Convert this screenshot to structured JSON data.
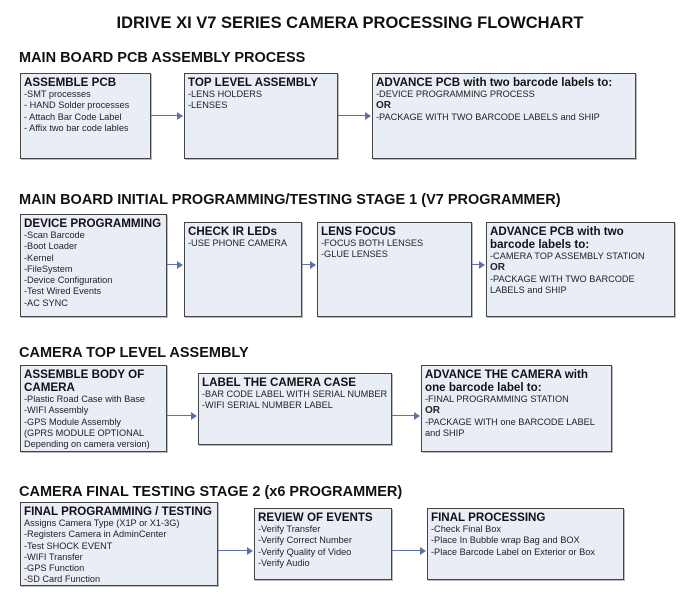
{
  "title": "IDRIVE XI V7 SERIES CAMERA PROCESSING FLOWCHART",
  "sections": [
    {
      "heading": "MAIN BOARD PCB ASSEMBLY PROCESS",
      "boxes": [
        {
          "heading": "ASSEMBLE PCB",
          "lines": [
            " -SMT processes",
            "- HAND Solder processes",
            "- Attach Bar Code Label",
            "- Affix two bar code lables"
          ]
        },
        {
          "heading": "TOP LEVEL ASSEMBLY",
          "lines": [
            "-LENS HOLDERS",
            "-LENSES"
          ]
        },
        {
          "heading": "ADVANCE PCB with two barcode labels to:",
          "lines": [
            "-DEVICE PROGRAMMING PROCESS",
            "OR",
            "-PACKAGE WITH TWO BARCODE LABELS and SHIP"
          ]
        }
      ]
    },
    {
      "heading": "MAIN BOARD INITIAL PROGRAMMING/TESTING STAGE 1 (V7 PROGRAMMER)",
      "boxes": [
        {
          "heading": "DEVICE PROGRAMMING",
          "lines": [
            "-Scan Barcode",
            "-Boot Loader",
            "-Kernel",
            "-FileSystem",
            "-Device Configuration",
            "-Test Wired Events",
            "-AC SYNC"
          ]
        },
        {
          "heading": "CHECK IR LEDs",
          "lines": [
            "-USE PHONE CAMERA"
          ]
        },
        {
          "heading": "LENS FOCUS",
          "lines": [
            "-FOCUS BOTH LENSES",
            "-GLUE LENSES"
          ]
        },
        {
          "heading": "ADVANCE PCB with two barcode labels to:",
          "lines": [
            "-CAMERA TOP ASSEMBLY STATION",
            "OR",
            "-PACKAGE WITH TWO BARCODE LABELS and SHIP"
          ]
        }
      ]
    },
    {
      "heading": "CAMERA TOP LEVEL ASSEMBLY",
      "boxes": [
        {
          "heading": "ASSEMBLE BODY OF CAMERA",
          "lines": [
            "-Plastic Road Case with Base",
            "-WIFI Assembly",
            "-GPS Module Assembly",
            "(GPRS MODULE OPTIONAL Depending on camera version)"
          ]
        },
        {
          "heading": "LABEL THE CAMERA CASE",
          "lines": [
            "-BAR CODE LABEL WITH SERIAL NUMBER",
            "-WIFI SERIAL NUMBER LABEL"
          ]
        },
        {
          "heading": "ADVANCE THE CAMERA with one barcode label to:",
          "lines": [
            "-FINAL PROGRAMMING STATION",
            " OR",
            "-PACKAGE WITH one BARCODE LABEL and SHIP"
          ]
        }
      ]
    },
    {
      "heading": "CAMERA FINAL TESTING STAGE 2 (x6 PROGRAMMER)",
      "boxes": [
        {
          "heading": "FINAL PROGRAMMING / TESTING",
          "lines": [
            "Assigns Camera Type (X1P or X1-3G)",
            "-Registers Camera in AdminCenter",
            "-Test SHOCK EVENT",
            "-WIFI Transfer",
            "-GPS Function",
            "-SD Card Function"
          ]
        },
        {
          "heading": "REVIEW OF EVENTS",
          "lines": [
            "-Verify Transfer",
            "-Verify Correct Number",
            "-Verify Quality of Video",
            "-Verify Audio"
          ]
        },
        {
          "heading": "FINAL PROCESSING",
          "lines": [
            " -Check Final Box",
            "-Place In Bubble wrap Bag and BOX",
            "-Place Barcode Label on Exterior or Box"
          ]
        }
      ]
    }
  ]
}
